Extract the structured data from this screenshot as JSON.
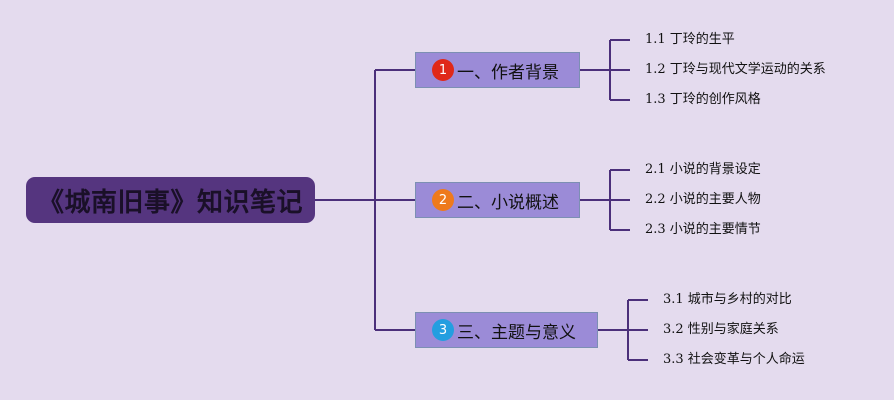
{
  "root": {
    "title": "《城南旧事》知识笔记"
  },
  "colors": {
    "background": "#e4dbee",
    "root_fill": "#55357f",
    "branch_fill": "#9b8bd7",
    "line": "#4b2f7a"
  },
  "branches": [
    {
      "number": "1",
      "label": "一、作者背景",
      "badge_color": "#e02818",
      "children": [
        "1.1 丁玲的生平",
        "1.2 丁玲与现代文学运动的关系",
        "1.3 丁玲的创作风格"
      ]
    },
    {
      "number": "2",
      "label": "二、小说概述",
      "badge_color": "#ee7a1c",
      "children": [
        "2.1 小说的背景设定",
        "2.2 小说的主要人物",
        "2.3 小说的主要情节"
      ]
    },
    {
      "number": "3",
      "label": "三、主题与意义",
      "badge_color": "#239ee0",
      "children": [
        "3.1 城市与乡村的对比",
        "3.2 性别与家庭关系",
        "3.3 社会变革与个人命运"
      ]
    }
  ]
}
